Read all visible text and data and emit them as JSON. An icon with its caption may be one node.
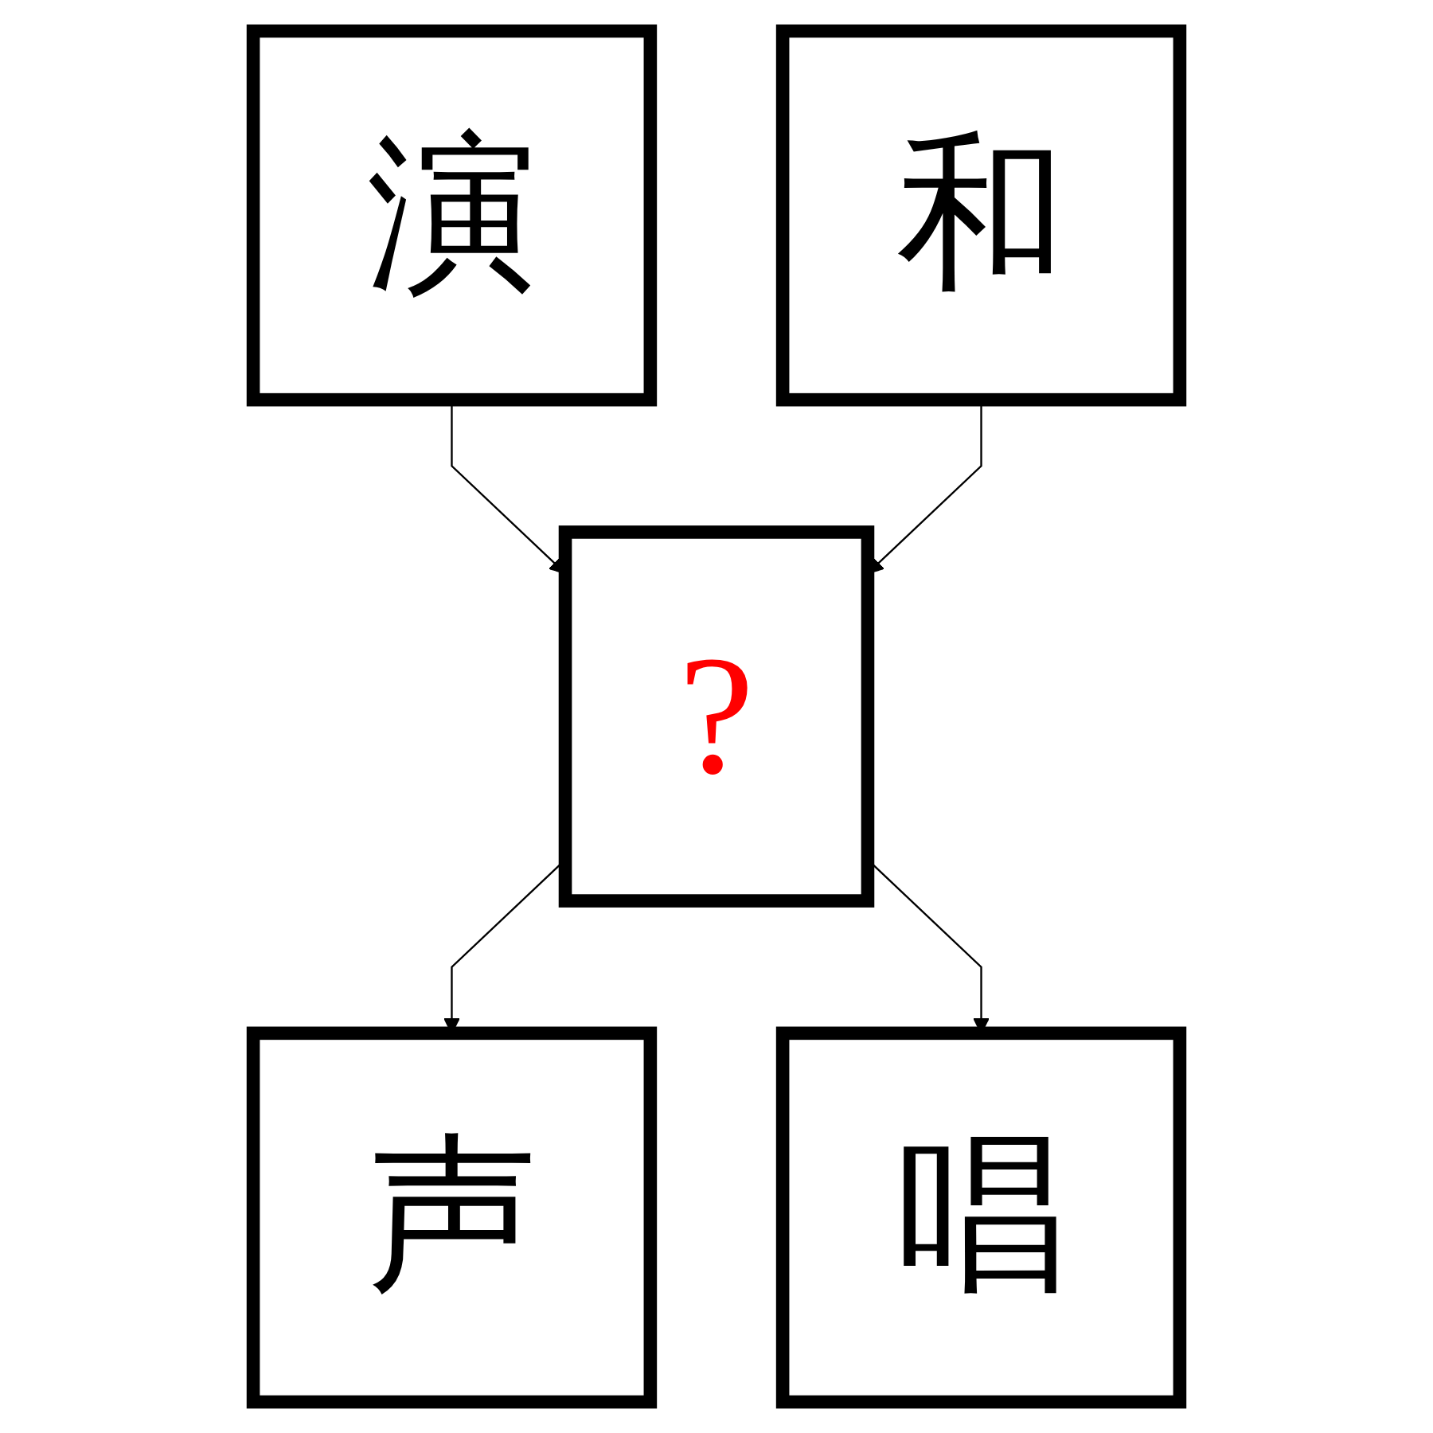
{
  "diagram": {
    "nodes": [
      {
        "text": [
          "演"
        ]
      },
      {
        "text": [
          "和"
        ]
      },
      {
        "text": [
          "?"
        ]
      },
      {
        "text": [
          "声"
        ]
      },
      {
        "text": [
          "唱"
        ]
      }
    ],
    "edges": [
      {
        "from": 0,
        "to": 2,
        "arrow": "to"
      },
      {
        "from": 1,
        "to": 2,
        "arrow": "to"
      },
      {
        "from": 2,
        "to": 3,
        "arrow": "to"
      },
      {
        "from": 2,
        "to": 4,
        "arrow": "to"
      }
    ]
  }
}
